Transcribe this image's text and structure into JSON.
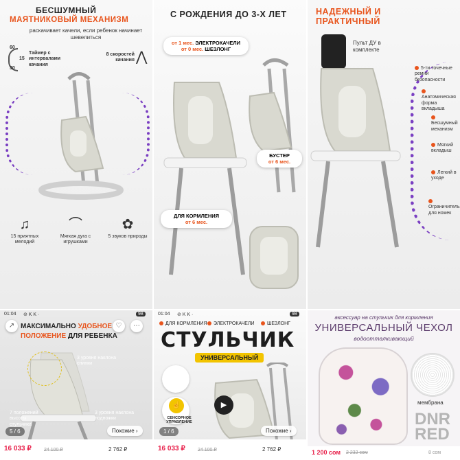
{
  "tile1": {
    "title_line1": "БЕСШУМНЫЙ",
    "title_line2": "МАЯТНИКОВЫЙ МЕХАНИЗМ",
    "subtitle": "раскачивает качели, если ребенок начинает шевелиться",
    "timer_label": "Таймер с интервалами качания",
    "timer_60": "60",
    "timer_15": "15",
    "timer_30": "30",
    "speeds_label": "8 скоростей качания",
    "feature_melodies": "15 приятных мелодий",
    "feature_arc": "Мягкая дуга с игрушками",
    "feature_nature": "5 звуков природы"
  },
  "tile2": {
    "title": "С РОЖДЕНИЯ ДО 3-Х ЛЕТ",
    "pill_top_line1_prefix": "от 1 мес.",
    "pill_top_line1": "ЭЛЕКТРОКАЧЕЛИ",
    "pill_top_line2_prefix": "от 0 мес.",
    "pill_top_line2": "ШЕЗЛОНГ",
    "pill_booster_title": "БУСТЕР",
    "pill_booster_age": "от 6 мес.",
    "pill_feeding_title": "ДЛЯ КОРМЛЕНИЯ",
    "pill_feeding_age": "от 6 мес."
  },
  "tile3": {
    "title_line1": "НАДЕЖНЫЙ И",
    "title_line2": "ПРАКТИЧНЫЙ",
    "remote_label": "Пульт ДУ в комплекте",
    "belts": "5-ти точечные ремни безопасности",
    "anatomic": "Анатомическая форма вкладыша",
    "silent": "Бесшумный механизм",
    "soft": "Мягкий вкладыш",
    "light": "Легкий в уходе",
    "limit": "Ограничитель для ножек"
  },
  "tile4": {
    "status_time": "01:04",
    "status_icons": "⊘ K K ·",
    "battery": "98",
    "headline_pre": "МАКСИМАЛЬНО ",
    "headline_accent1": "УДОБНОЕ",
    "headline_accent2": "ПОЛОЖЕНИЕ",
    "headline_post": " ДЛЯ РЕБЕНКА",
    "back_levels": "3 уровня наклона спинки",
    "height_levels": "7 положений высоты стульчика",
    "foot_levels": "3 уровня наклона подножки",
    "counter": "5 / 6",
    "similar": "Похожие ›",
    "price": "16 033 ₽",
    "old_price": "24 100 ₽",
    "price2": "2 762 ₽"
  },
  "tile5": {
    "status_time": "01:04",
    "status_icons": "⊘ K K ·",
    "battery": "98",
    "tag_feeding": "ДЛЯ КОРМЛЕНИЯ",
    "tag_swing": "ЭЛЕКТРОКАЧЕЛИ",
    "tag_lounger": "ШЕЗЛОНГ",
    "big_title": "СТУЛЬЧИК",
    "badge": "УНИВЕРСАЛЬНЫЙ",
    "sensor_label": "СЕНСОРНОЕ УПРАВЛЕНИЕ",
    "counter": "1 / 6",
    "similar": "Похожие ›",
    "price": "16 033 ₽",
    "old_price": "24 100 ₽",
    "price2": "2 762 ₽"
  },
  "tile6": {
    "top_line": "аксессуар на стульчик для кормления",
    "title": "УНИВЕРСАЛЬНЫЙ ЧЕХОЛ",
    "subtitle": "водоотталкивающий",
    "membrane": "мембрана",
    "price": "1 200 сом",
    "old_price": "2 232 сом",
    "meta": "8 сом",
    "watermark_1": "DNR",
    "watermark_2": "RED"
  },
  "colors": {
    "accent": "#e8541c",
    "price": "#e8204a",
    "seat": "#d9d9d0",
    "frame": "#bdbdbd",
    "violet": "#7a3fc2"
  }
}
